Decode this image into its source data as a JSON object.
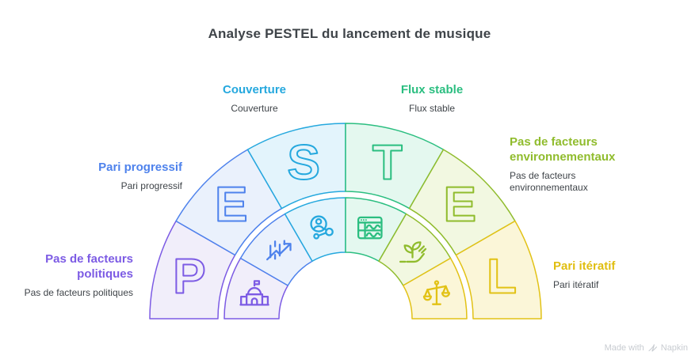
{
  "title": "Analyse PESTEL du lancement de musique",
  "colors": {
    "text_dark": "#3F4449",
    "watermark": "#C8CCD1",
    "background": "#FFFFFF"
  },
  "wheel": {
    "segments": [
      {
        "letter": "P",
        "name": "politique",
        "color": "#7C5BE4",
        "fill": "#F1EEFA",
        "icon": "government-building-icon"
      },
      {
        "letter": "E",
        "name": "economique",
        "color": "#4E82EC",
        "fill": "#EAF1FC",
        "icon": "bar-chart-arrow-icon"
      },
      {
        "letter": "S",
        "name": "social",
        "color": "#25A8DE",
        "fill": "#E3F4FC",
        "icon": "social-share-icon"
      },
      {
        "letter": "T",
        "name": "technologique",
        "color": "#2BBE80",
        "fill": "#E4F8EF",
        "icon": "browser-wave-icon"
      },
      {
        "letter": "E",
        "name": "environnemental",
        "color": "#90BC2D",
        "fill": "#F2F8E1",
        "icon": "plant-sprout-icon"
      },
      {
        "letter": "L",
        "name": "legal",
        "color": "#E2C216",
        "fill": "#FBF6D8",
        "icon": "scales-icon"
      }
    ]
  },
  "labels": [
    {
      "id": "couverture",
      "heading": "Couverture",
      "sub": "Couverture",
      "color": "#25A8DE"
    },
    {
      "id": "flux",
      "heading": "Flux stable",
      "sub": "Flux stable",
      "color": "#2BBE80"
    },
    {
      "id": "progressif",
      "heading": "Pari progressif",
      "sub": "Pari progressif",
      "color": "#4E82EC"
    },
    {
      "id": "env",
      "heading": "Pas de facteurs\nenvironnementaux",
      "sub": "Pas de facteurs\nenvironnementaux",
      "color": "#90BC2D"
    },
    {
      "id": "politiques",
      "heading": "Pas de facteurs\npolitiques",
      "sub": "Pas de facteurs politiques",
      "color": "#7C5BE4"
    },
    {
      "id": "iteratif",
      "heading": "Pari itératif",
      "sub": "Pari itératif",
      "color": "#E0BE10"
    }
  ],
  "watermark": {
    "made_with": "Made with",
    "brand": "Napkin"
  }
}
